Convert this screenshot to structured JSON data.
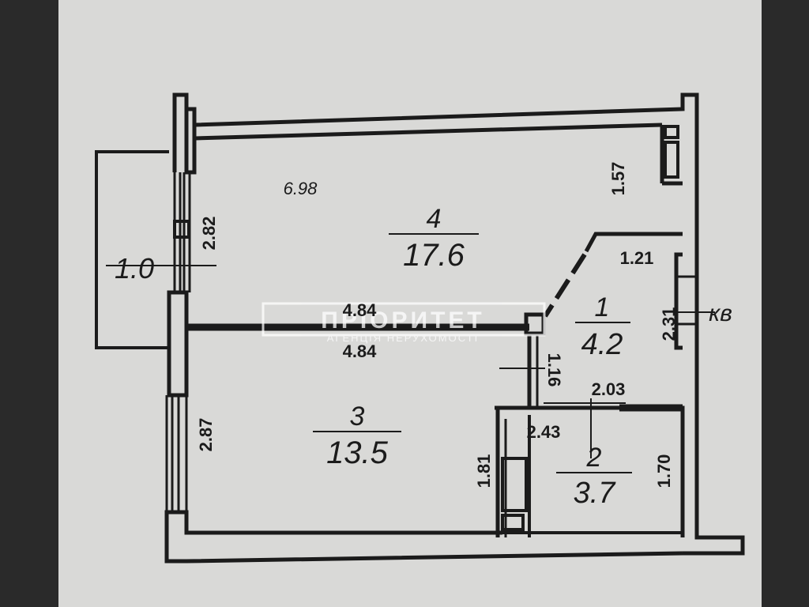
{
  "plan": {
    "rooms": [
      {
        "number": "4",
        "area": "17.6"
      },
      {
        "number": "3",
        "area": "13.5"
      },
      {
        "number": "1",
        "area": "4.2"
      },
      {
        "number": "2",
        "area": "3.7"
      }
    ],
    "balcony_area": "1.0",
    "dimensions": {
      "top_length": "6.98",
      "balcony_window_height": "2.82",
      "closet_height": "1.57",
      "hall_top_width": "1.21",
      "corridor_upper": "4.84",
      "corridor_lower": "4.84",
      "hall_height": "2.31",
      "hall_small": "1.16",
      "bath_top_width": "2.03",
      "room3_height": "2.87",
      "bath_width": "2.43",
      "bath_left_height": "1.81",
      "bath_right_height": "1.70"
    },
    "entrance_label": "кв"
  },
  "watermark": {
    "title": "ПРІОРИТЕТ",
    "subtitle": "АГЕНЦІЯ НЕРУХОМОСТІ"
  },
  "colors": {
    "paper": "#d9d9d7",
    "background": "#2a2a2a",
    "ink": "#1b1b1b",
    "watermark": "#ffffff"
  }
}
